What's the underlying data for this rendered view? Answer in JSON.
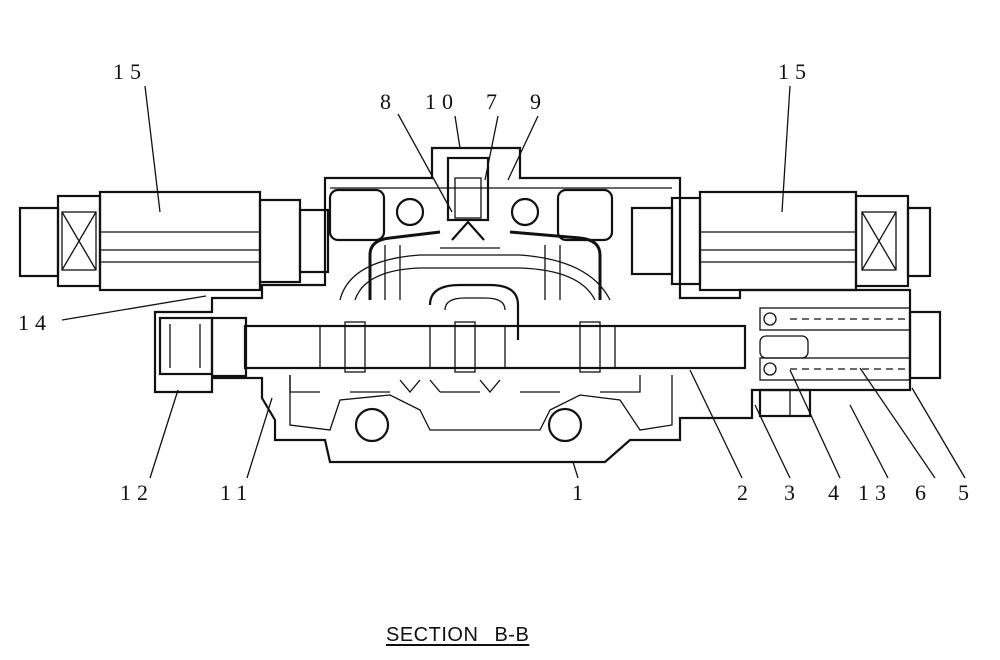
{
  "callouts": {
    "c15_left": "15",
    "c15_right": "15",
    "c8": "8",
    "c10": "10",
    "c7": "7",
    "c9": "9",
    "c14": "14",
    "c12": "12",
    "c11": "11",
    "c1": "1",
    "c2": "2",
    "c3": "3",
    "c4": "4",
    "c13": "13",
    "c6": "6",
    "c5": "5"
  },
  "caption": "SECTION B-B"
}
